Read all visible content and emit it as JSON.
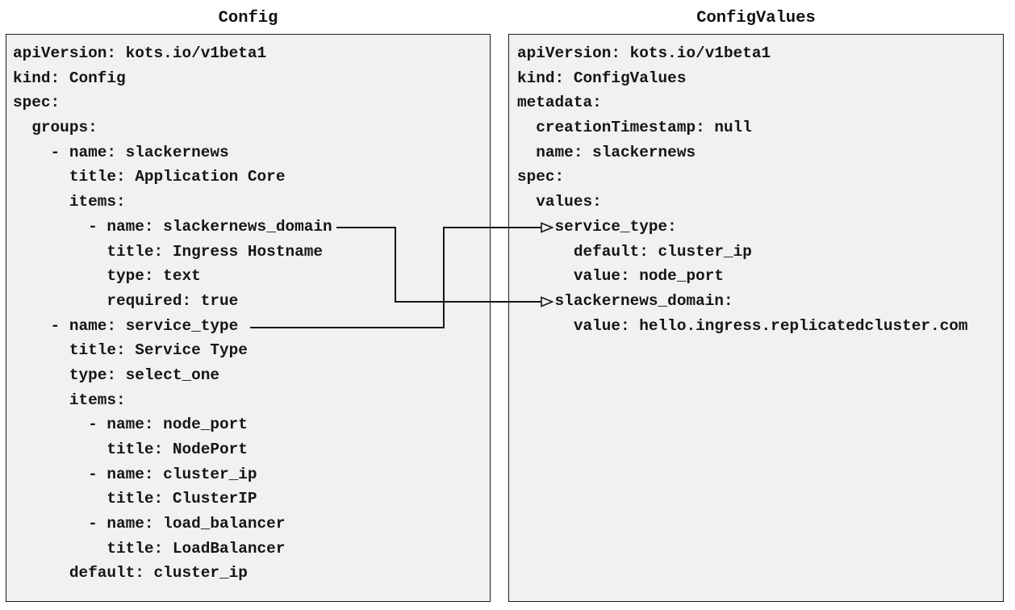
{
  "colors": {
    "page_background": "#ffffff",
    "box_fill": "#f1f1f1",
    "box_border": "#1c1c1c",
    "text": "#151515",
    "arrow": "#161616"
  },
  "left_panel": {
    "title": "Config",
    "lines": [
      "apiVersion: kots.io/v1beta1",
      "kind: Config",
      "spec:",
      "  groups:",
      "    - name: slackernews",
      "      title: Application Core",
      "      items:",
      "        - name: slackernews_domain",
      "          title: Ingress Hostname",
      "          type: text",
      "          required: true",
      "    - name: service_type",
      "      title: Service Type",
      "      type: select_one",
      "      items:",
      "        - name: node_port",
      "          title: NodePort",
      "        - name: cluster_ip",
      "          title: ClusterIP",
      "        - name: load_balancer",
      "          title: LoadBalancer",
      "      default: cluster_ip"
    ]
  },
  "right_panel": {
    "title": "ConfigValues",
    "lines": [
      "apiVersion: kots.io/v1beta1",
      "kind: ConfigValues",
      "metadata:",
      "  creationTimestamp: null",
      "  name: slackernews",
      "spec:",
      "  values:",
      "    service_type:",
      "      default: cluster_ip",
      "      value: node_port",
      "    slackernews_domain:",
      "      value: hello.ingress.replicatedcluster.com"
    ]
  },
  "connections": [
    {
      "from": "Config item slackernews_domain",
      "to": "ConfigValues value slackernews_domain",
      "label": "slackernews_domain maps to ConfigValues slackernews_domain"
    },
    {
      "from": "Config item service_type",
      "to": "ConfigValues value service_type",
      "label": "service_type maps to ConfigValues service_type"
    }
  ]
}
